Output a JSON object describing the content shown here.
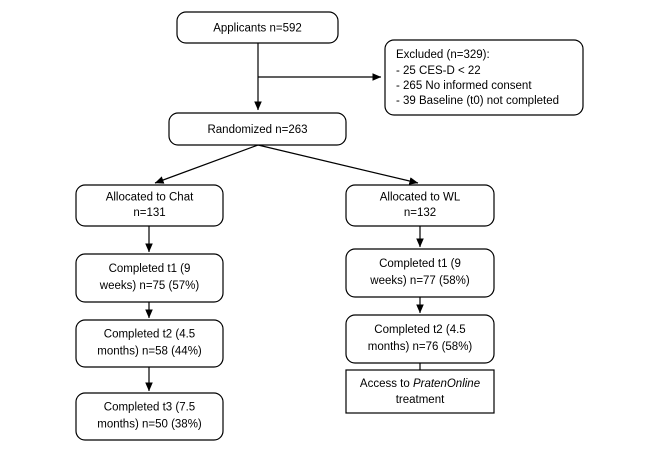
{
  "diagram": {
    "title": "CONSORT participant flow diagram",
    "type": "flowchart",
    "background_color": "#ffffff",
    "line_color": "#000000",
    "box_fill": "#ffffff"
  },
  "nodes": {
    "applicants": {
      "label": "Applicants n=592",
      "n": 592,
      "shape": "rounded-rect"
    },
    "excluded": {
      "heading": "Excluded (n=329):",
      "n": 329,
      "shape": "rounded-rect",
      "reasons": [
        "- 25 CES-D < 22",
        "- 265 No informed consent",
        "- 39 Baseline (t0) not completed"
      ]
    },
    "randomized": {
      "label": "Randomized n=263",
      "n": 263,
      "shape": "rounded-rect"
    },
    "chat_allocated": {
      "line1": "Allocated to Chat",
      "line2": "n=131",
      "n": 131,
      "shape": "rounded-rect"
    },
    "wl_allocated": {
      "line1": "Allocated to WL",
      "line2": "n=132",
      "n": 132,
      "shape": "rounded-rect"
    },
    "chat_t1": {
      "line1": "Completed t1 (9",
      "line2": "weeks) n=75 (57%)",
      "n": 75,
      "percent": "57%",
      "shape": "rounded-rect"
    },
    "wl_t1": {
      "line1": "Completed t1 (9",
      "line2": "weeks) n=77 (58%)",
      "n": 77,
      "percent": "58%",
      "shape": "rounded-rect"
    },
    "chat_t2": {
      "line1": "Completed t2 (4.5",
      "line2": "months) n=58 (44%)",
      "n": 58,
      "percent": "44%",
      "shape": "rounded-rect"
    },
    "wl_t2": {
      "line1": "Completed t2 (4.5",
      "line2": "months) n=76 (58%)",
      "n": 76,
      "percent": "58%",
      "shape": "rounded-rect"
    },
    "wl_access": {
      "line1_prefix": "Access to ",
      "line1_italic": "PratenOnline",
      "line2": "treatment",
      "shape": "rect"
    },
    "chat_t3": {
      "line1": "Completed t3 (7.5",
      "line2": "months) n=50 (38%)",
      "n": 50,
      "percent": "38%",
      "shape": "rounded-rect"
    }
  }
}
